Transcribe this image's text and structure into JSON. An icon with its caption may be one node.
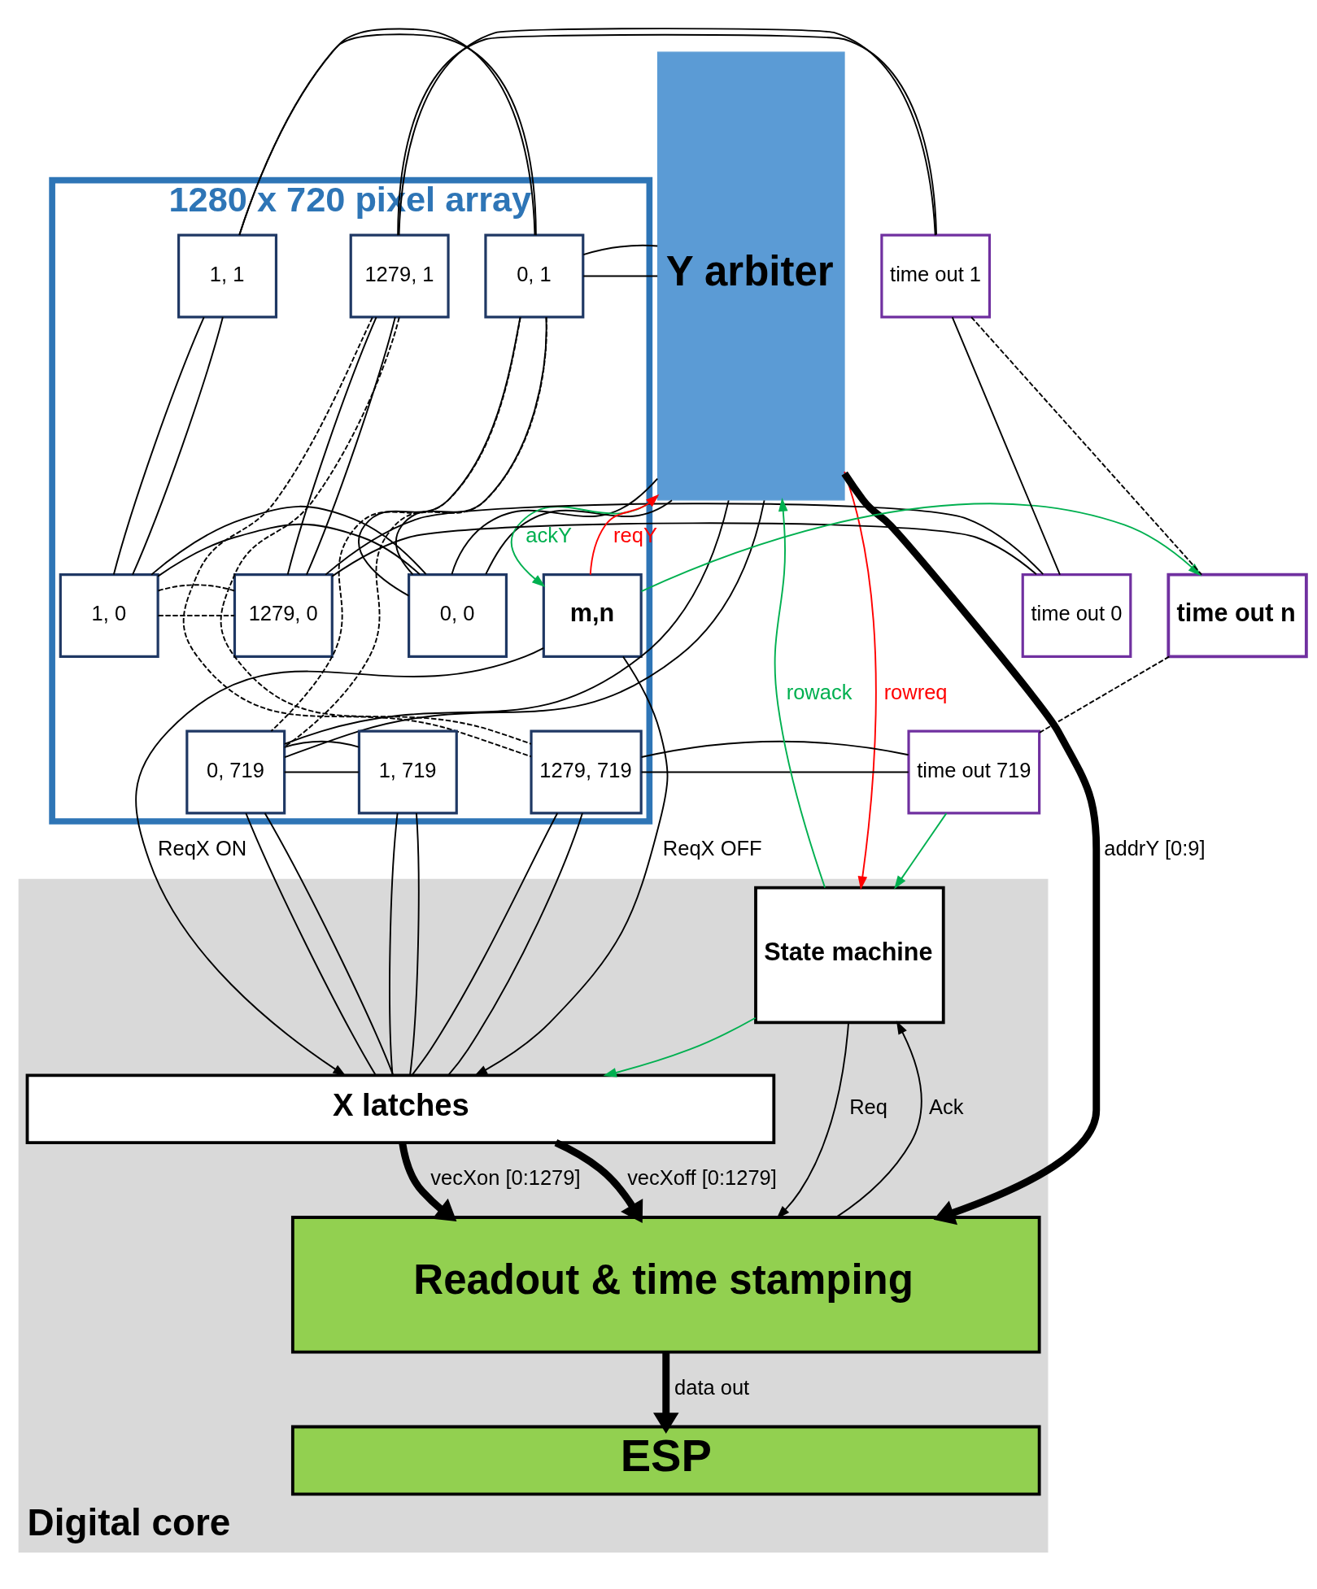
{
  "diagram": {
    "nodes": [
      {
        "text": [
          "Y arbiter"
        ]
      },
      {
        "text": [
          "1280 x 720 pixel array"
        ]
      },
      {
        "text": [
          "0, 0"
        ],
        "in": 1
      },
      {
        "text": [
          "1, 0"
        ],
        "in": 1
      },
      {
        "text": [
          "1279, 0"
        ],
        "in": 1
      },
      {
        "text": [
          "0, 1"
        ],
        "in": 1
      },
      {
        "text": [
          "1, 1"
        ],
        "in": 1
      },
      {
        "text": [
          "1279, 1"
        ],
        "in": 1
      },
      {
        "text": [
          "m,n"
        ],
        "in": 1
      },
      {
        "text": [
          "0, 719"
        ],
        "in": 1
      },
      {
        "text": [
          "1, 719"
        ],
        "in": 1
      },
      {
        "text": [
          "1279, 719"
        ],
        "in": 1
      },
      {
        "text": [
          "time out 0"
        ]
      },
      {
        "text": [
          "time out 1"
        ]
      },
      {
        "text": [
          "time out n"
        ]
      },
      {
        "text": [
          "time out 719"
        ]
      },
      {
        "text": [
          "Digital core"
        ]
      },
      {
        "text": [
          "X latches"
        ],
        "in": 16
      },
      {
        "text": [
          "State machine"
        ],
        "in": 16
      },
      {
        "text": [
          "Readout & time stamping"
        ],
        "in": 16
      },
      {
        "text": [
          "ESP"
        ],
        "in": 16
      }
    ],
    "edges": [
      {
        "from": 0,
        "to": 2,
        "arrow": "none"
      },
      {
        "from": 0,
        "to": 2,
        "arrow": "none"
      },
      {
        "from": 2,
        "to": 3,
        "arrow": "none"
      },
      {
        "from": 2,
        "to": 3,
        "arrow": "none"
      },
      {
        "from": 3,
        "to": 4,
        "arrow": "none",
        "style": "dashed"
      },
      {
        "from": 3,
        "to": 4,
        "arrow": "none",
        "style": "dashed"
      },
      {
        "from": 4,
        "to": 12,
        "arrow": "none"
      },
      {
        "from": 4,
        "to": 12,
        "arrow": "none"
      },
      {
        "from": 0,
        "to": 5,
        "arrow": "none"
      },
      {
        "from": 0,
        "to": 5,
        "arrow": "none"
      },
      {
        "from": 5,
        "to": 6,
        "arrow": "none"
      },
      {
        "from": 5,
        "to": 6,
        "arrow": "none"
      },
      {
        "from": 7,
        "to": 13,
        "arrow": "none"
      },
      {
        "from": 7,
        "to": 13,
        "arrow": "none"
      },
      {
        "from": 2,
        "to": 5,
        "arrow": "none"
      },
      {
        "from": 2,
        "to": 5,
        "arrow": "none"
      },
      {
        "from": 3,
        "to": 6,
        "arrow": "none"
      },
      {
        "from": 3,
        "to": 6,
        "arrow": "none"
      },
      {
        "from": 4,
        "to": 7,
        "arrow": "none"
      },
      {
        "from": 4,
        "to": 7,
        "arrow": "none"
      },
      {
        "from": 12,
        "to": 13,
        "arrow": "none"
      },
      {
        "from": 8,
        "to": 0,
        "arrow": "to",
        "label": "reqY",
        "color": "#ff0000"
      },
      {
        "from": 0,
        "to": 8,
        "arrow": "to",
        "label": "ackY",
        "color": "#00b050"
      },
      {
        "from": 8,
        "to": 14,
        "arrow": "to",
        "color": "#00b050"
      },
      {
        "from": 13,
        "to": 14,
        "arrow": "none",
        "style": "dashed"
      },
      {
        "from": 5,
        "to": 9,
        "arrow": "none",
        "style": "dashed"
      },
      {
        "from": 5,
        "to": 9,
        "arrow": "none",
        "style": "dashed"
      },
      {
        "from": 7,
        "to": 11,
        "arrow": "none",
        "style": "dashed"
      },
      {
        "from": 7,
        "to": 11,
        "arrow": "none",
        "style": "dashed"
      },
      {
        "from": 14,
        "to": 15,
        "arrow": "none",
        "style": "dashed"
      },
      {
        "from": 0,
        "to": 9,
        "arrow": "none"
      },
      {
        "from": 0,
        "to": 9,
        "arrow": "none"
      },
      {
        "from": 9,
        "to": 10,
        "arrow": "none"
      },
      {
        "from": 9,
        "to": 10,
        "arrow": "none"
      },
      {
        "from": 11,
        "to": 15,
        "arrow": "none"
      },
      {
        "from": 11,
        "to": 15,
        "arrow": "none"
      },
      {
        "from": 9,
        "to": 17,
        "arrow": "none"
      },
      {
        "from": 9,
        "to": 17,
        "arrow": "none"
      },
      {
        "from": 10,
        "to": 17,
        "arrow": "none"
      },
      {
        "from": 10,
        "to": 17,
        "arrow": "none"
      },
      {
        "from": 8,
        "to": 17,
        "arrow": "to",
        "label": "ReqX ON"
      },
      {
        "from": 8,
        "to": 17,
        "arrow": "to",
        "label": "ReqX OFF"
      },
      {
        "from": 11,
        "to": 17,
        "arrow": "none"
      },
      {
        "from": 11,
        "to": 17,
        "arrow": "none"
      },
      {
        "from": 0,
        "to": 18,
        "arrow": "to",
        "label": "rowreq",
        "color": "#ff0000"
      },
      {
        "from": 18,
        "to": 0,
        "arrow": "to",
        "label": "rowack",
        "color": "#00b050"
      },
      {
        "from": 18,
        "to": 17,
        "arrow": "to",
        "color": "#00b050"
      },
      {
        "from": 15,
        "to": 18,
        "arrow": "to",
        "color": "#00b050"
      },
      {
        "from": 0,
        "to": 19,
        "arrow": "to",
        "label": "addrY [0:9]",
        "style": "thick"
      },
      {
        "from": 17,
        "to": 19,
        "arrow": "to",
        "label": "vecXon [0:1279]",
        "style": "thick"
      },
      {
        "from": 17,
        "to": 19,
        "arrow": "to",
        "label": "vecXoff [0:1279]",
        "style": "thick"
      },
      {
        "from": 18,
        "to": 19,
        "arrow": "to",
        "label": "Req"
      },
      {
        "from": 19,
        "to": 18,
        "arrow": "to",
        "label": "Ack"
      },
      {
        "from": 19,
        "to": 20,
        "arrow": "to",
        "label": "data out",
        "style": "thick"
      }
    ]
  }
}
